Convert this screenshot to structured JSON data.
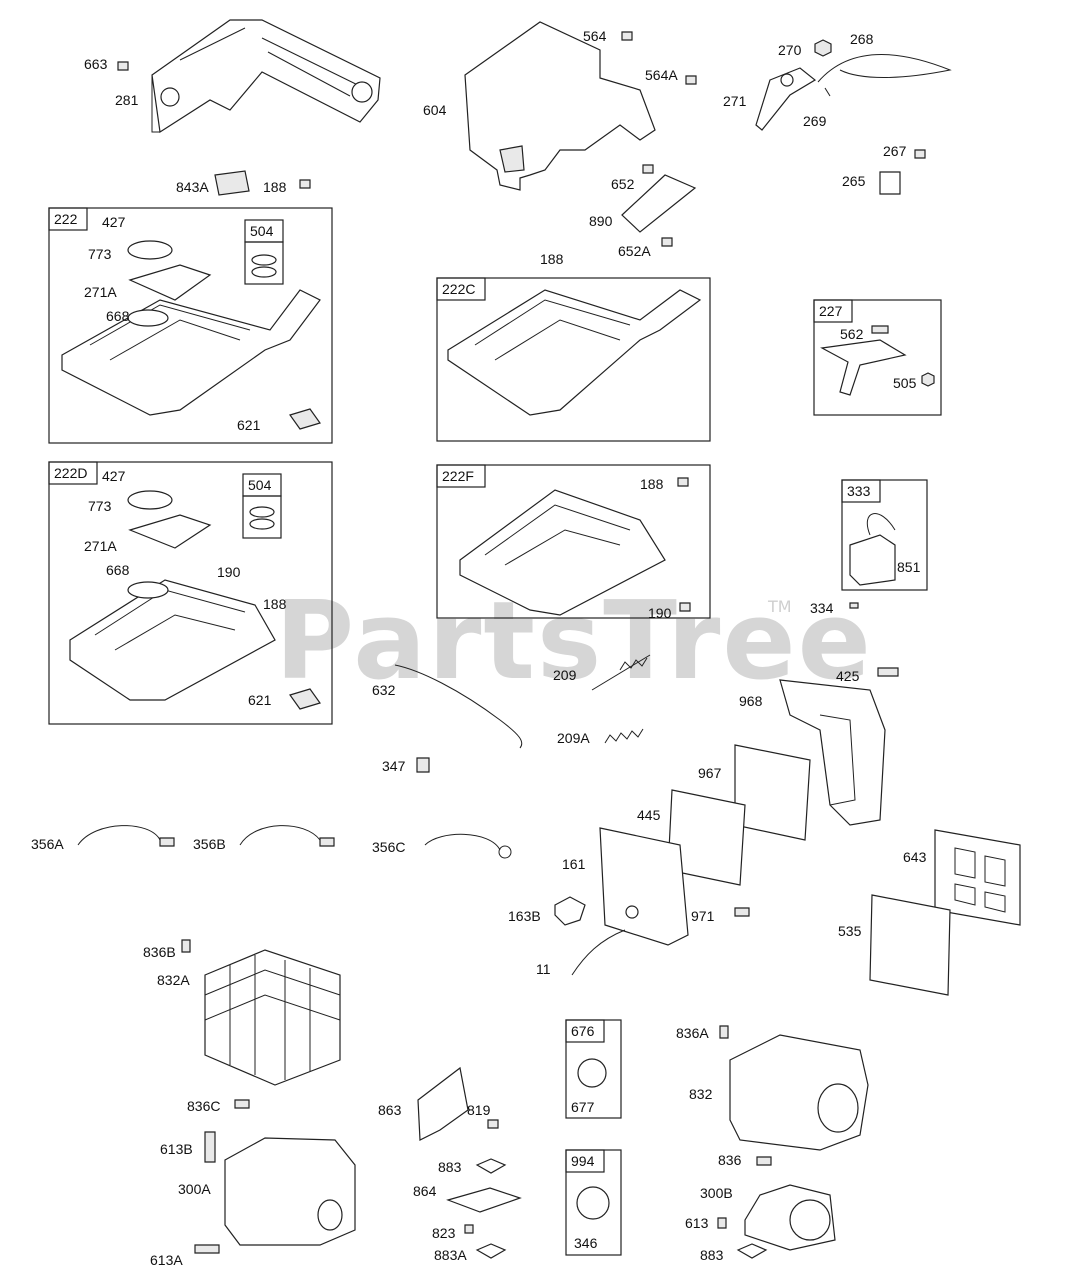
{
  "watermark": {
    "text": "PartsTree",
    "tm": "TM"
  },
  "boxes": {
    "b222": "222",
    "b504a": "504",
    "b222c": "222C",
    "b227": "227",
    "b222d": "222D",
    "b504b": "504",
    "b222f": "222F",
    "b333": "333",
    "b676": "676",
    "b994": "994"
  },
  "labels": {
    "l663": "663",
    "l281": "281",
    "l564": "564",
    "l564a": "564A",
    "l604": "604",
    "l270": "270",
    "l268": "268",
    "l271": "271",
    "l269": "269",
    "l843a": "843A",
    "l188a": "188",
    "l652": "652",
    "l890": "890",
    "l652a": "652A",
    "l267": "267",
    "l265": "265",
    "l427a": "427",
    "l773a": "773",
    "l271aa": "271A",
    "l668a": "668",
    "l621a": "621",
    "l188b": "188",
    "l562": "562",
    "l505": "505",
    "l427b": "427",
    "l773b": "773",
    "l271ab": "271A",
    "l668b": "668",
    "l190a": "190",
    "l188c": "188",
    "l621b": "621",
    "l188d": "188",
    "l190b": "190",
    "l851": "851",
    "l334": "334",
    "l632": "632",
    "l209": "209",
    "l209a": "209A",
    "l347": "347",
    "l425": "425",
    "l968": "968",
    "l967": "967",
    "l445": "445",
    "l161": "161",
    "l163b": "163B",
    "l971": "971",
    "l11": "11",
    "l643": "643",
    "l535": "535",
    "l356a": "356A",
    "l356b": "356B",
    "l356c": "356C",
    "l836b": "836B",
    "l832a": "832A",
    "l836c": "836C",
    "l613b": "613B",
    "l300a": "300A",
    "l613a": "613A",
    "l863": "863",
    "l819": "819",
    "l883a": "883",
    "l864": "864",
    "l823": "823",
    "l883aa": "883A",
    "l677": "677",
    "l346": "346",
    "l836a": "836A",
    "l832": "832",
    "l836": "836",
    "l300b": "300B",
    "l613": "613",
    "l883b": "883"
  }
}
